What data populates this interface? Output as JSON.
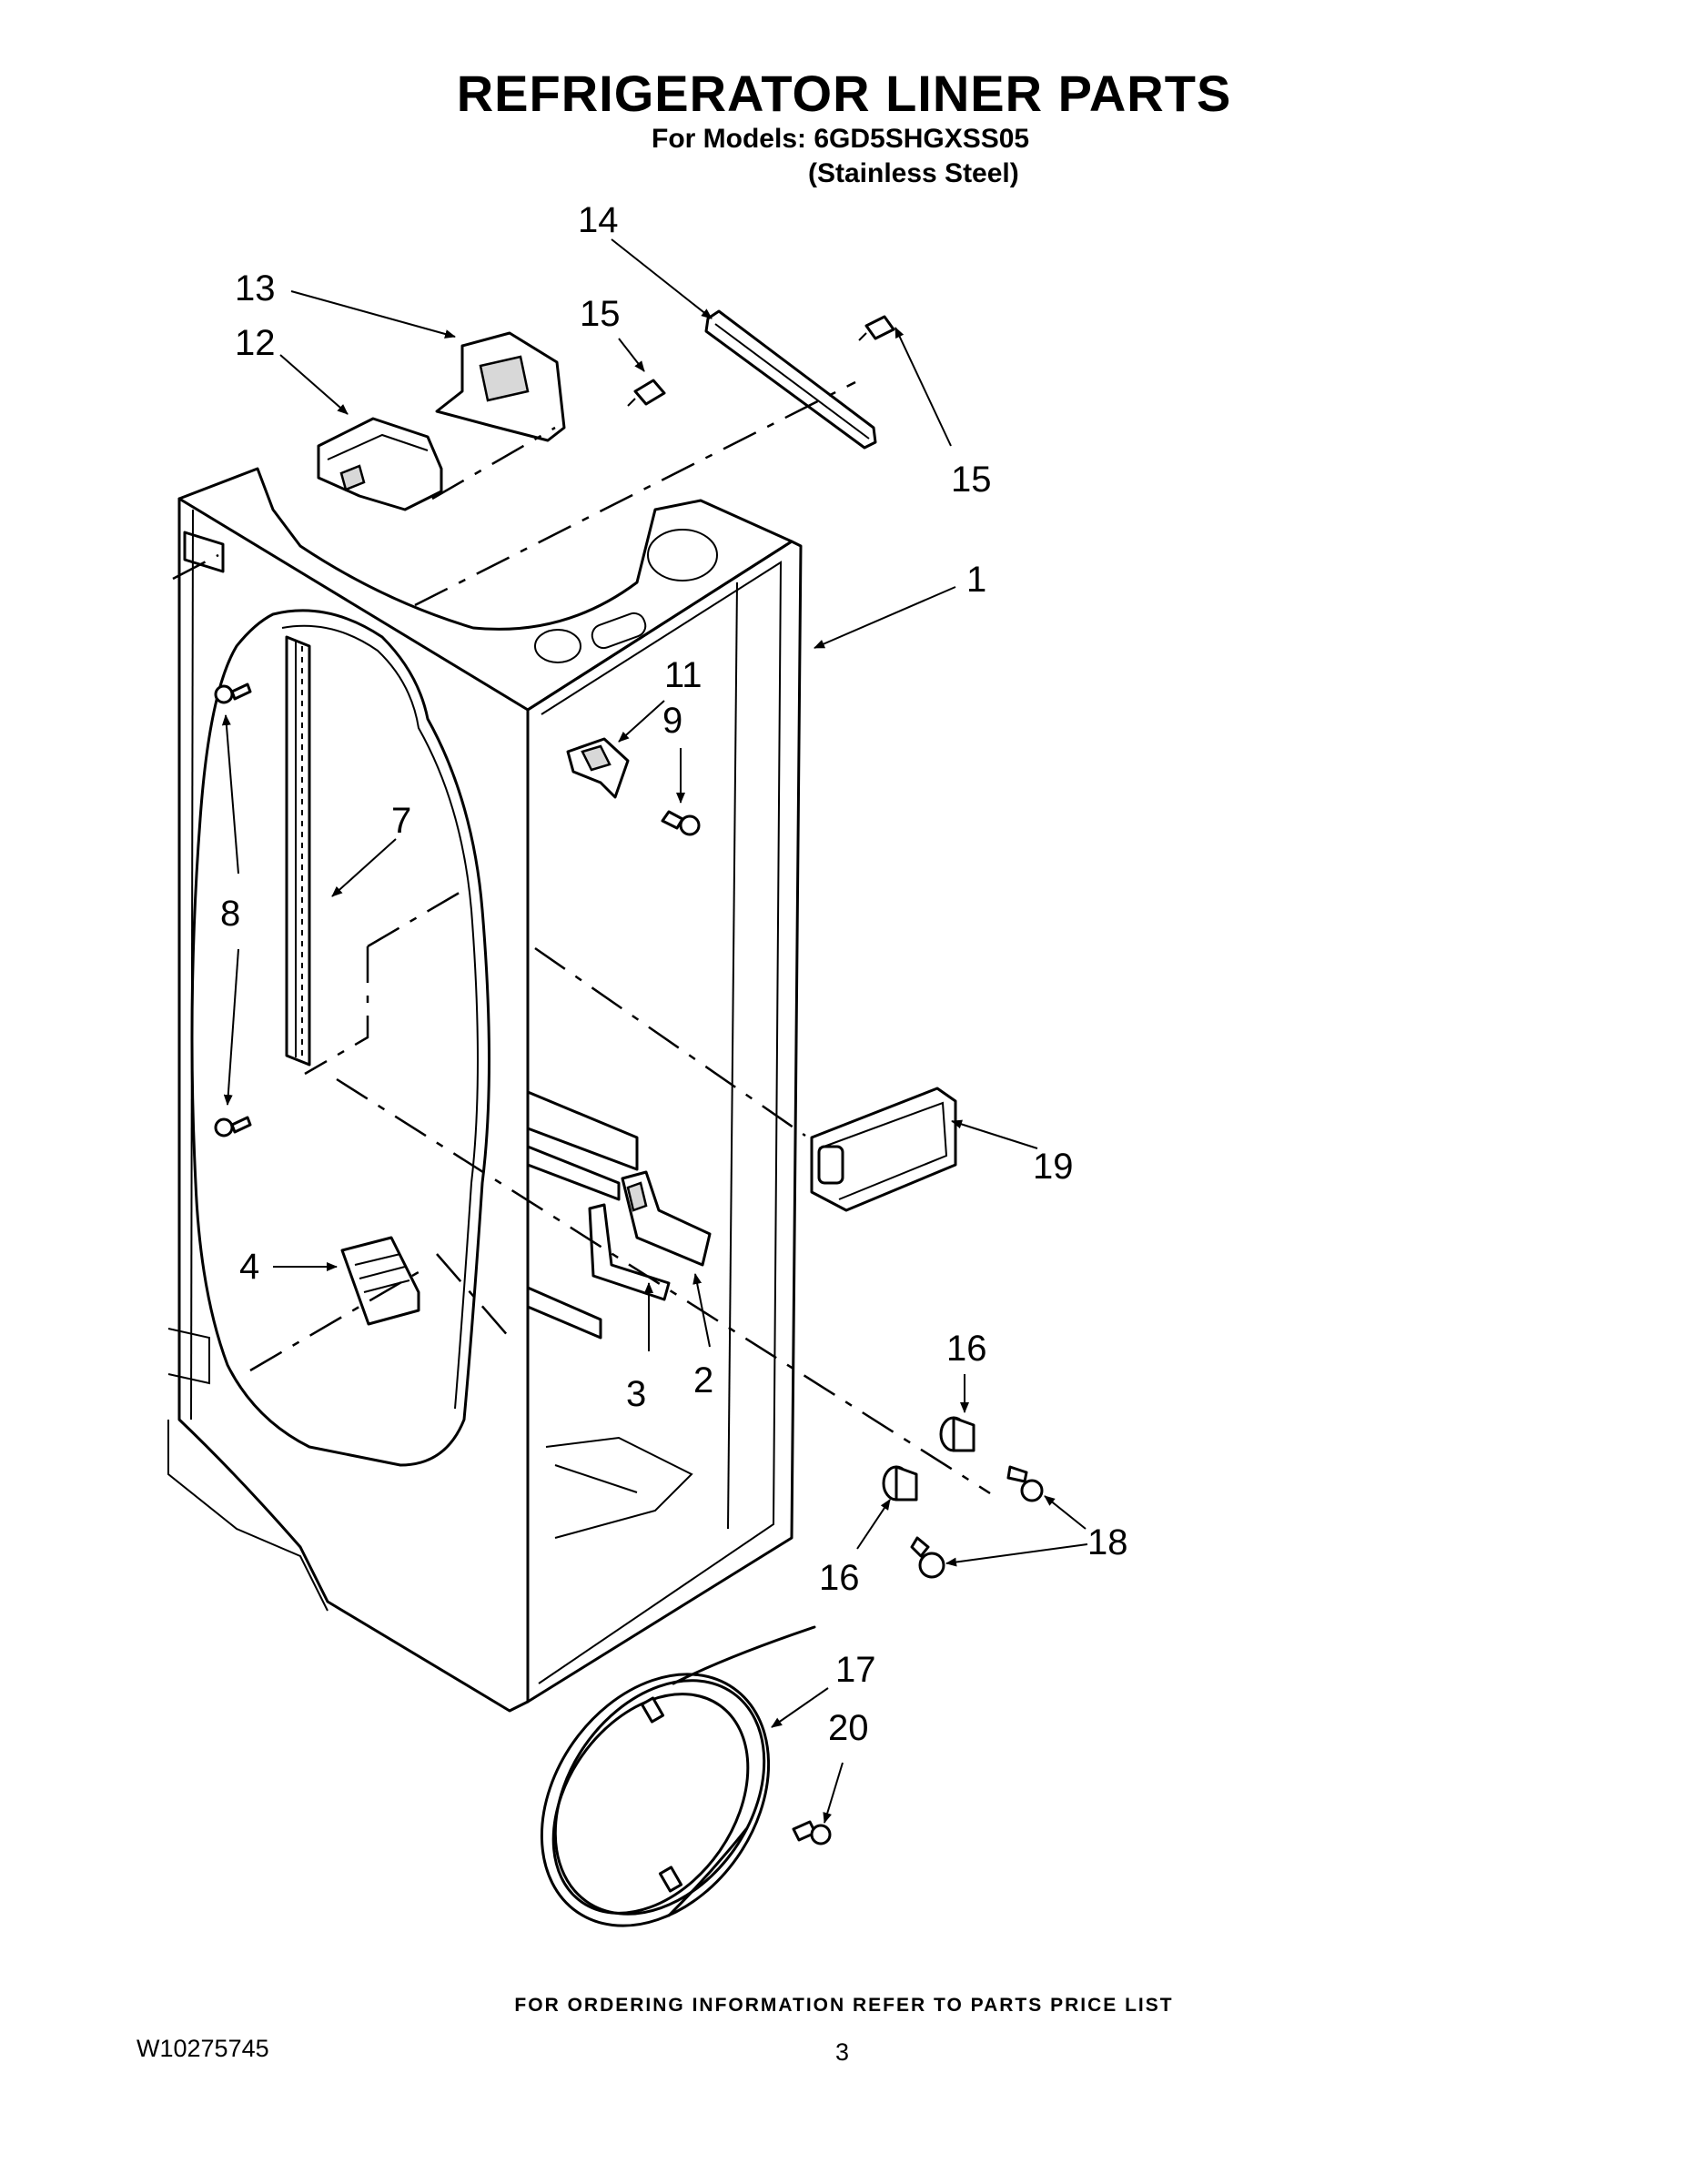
{
  "header": {
    "title": "REFRIGERATOR LINER PARTS",
    "models_line": "For Models: 6GD5SHGXSS05",
    "finish_line": "(Stainless Steel)"
  },
  "callouts": {
    "c1": "1",
    "c2": "2",
    "c3": "3",
    "c4": "4",
    "c7": "7",
    "c8": "8",
    "c9": "9",
    "c11": "11",
    "c12": "12",
    "c13": "13",
    "c14": "14",
    "c15a": "15",
    "c15b": "15",
    "c16a": "16",
    "c16b": "16",
    "c17": "17",
    "c18": "18",
    "c19": "19",
    "c20": "20"
  },
  "footer": {
    "ordering_note": "FOR ORDERING INFORMATION REFER TO PARTS PRICE LIST",
    "document_number": "W10275745",
    "page_number": "3"
  }
}
